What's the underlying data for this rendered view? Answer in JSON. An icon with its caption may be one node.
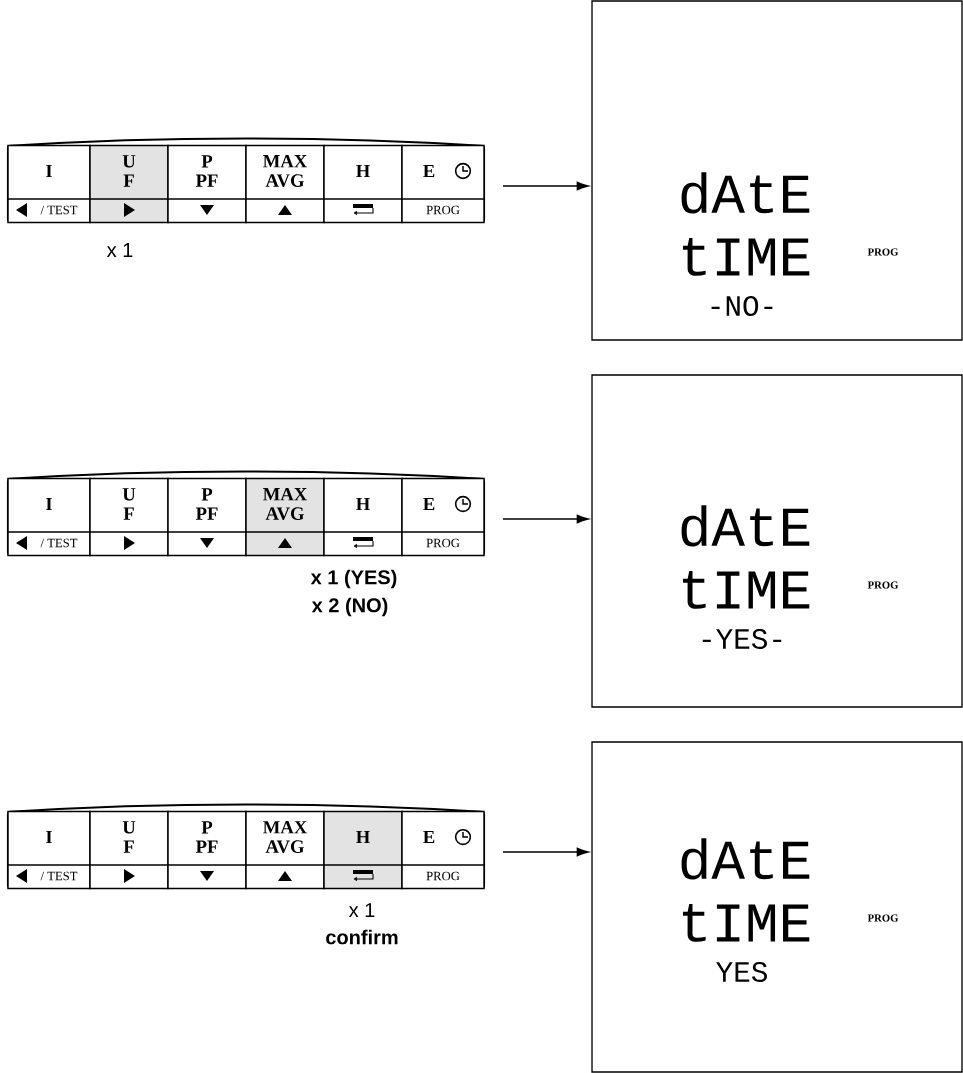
{
  "diagram": {
    "nodes": [
      {
        "text": [],
        "shape": "box",
        "beside": [
          "x 1"
        ]
      },
      {
        "text": [
          "I",
          "/ TEST"
        ],
        "in": 0
      },
      {
        "text": [
          "U F"
        ],
        "in": 0
      },
      {
        "text": [
          "P PF"
        ],
        "in": 0
      },
      {
        "text": [
          "MAX AVG"
        ],
        "in": 0
      },
      {
        "text": [
          "H"
        ],
        "in": 0
      },
      {
        "text": [
          "E",
          "PROG"
        ],
        "in": 0
      },
      {
        "text": [
          "dAtE tIME",
          "PROG",
          "-NO-"
        ]
      },
      {
        "text": [],
        "shape": "box",
        "beside": [
          "x 1 (YES)",
          "x 2 (NO)"
        ]
      },
      {
        "text": [
          "I",
          "/ TEST"
        ],
        "in": 8
      },
      {
        "text": [
          "U F"
        ],
        "in": 8
      },
      {
        "text": [
          "P PF"
        ],
        "in": 8
      },
      {
        "text": [
          "MAX AVG"
        ],
        "in": 8
      },
      {
        "text": [
          "H"
        ],
        "in": 8
      },
      {
        "text": [
          "E",
          "PROG"
        ],
        "in": 8
      },
      {
        "text": [
          "dAtE tIME",
          "PROG",
          "-YES-"
        ]
      },
      {
        "text": [],
        "shape": "box",
        "beside": [
          "x 1",
          "confirm"
        ]
      },
      {
        "text": [
          "I",
          "/ TEST"
        ],
        "in": 16
      },
      {
        "text": [
          "U F"
        ],
        "in": 16
      },
      {
        "text": [
          "P PF"
        ],
        "in": 16
      },
      {
        "text": [
          "MAX AVG"
        ],
        "in": 16
      },
      {
        "text": [
          "H"
        ],
        "in": 16
      },
      {
        "text": [
          "E",
          "PROG"
        ],
        "in": 16
      },
      {
        "text": [
          "dAtE tIME",
          "PROG",
          "YES"
        ]
      }
    ],
    "edges": [
      {
        "from": 0,
        "to": 7,
        "arrow": "to"
      },
      {
        "from": 8,
        "to": 15,
        "arrow": "to"
      },
      {
        "from": 16,
        "to": 23,
        "arrow": "to"
      }
    ]
  }
}
